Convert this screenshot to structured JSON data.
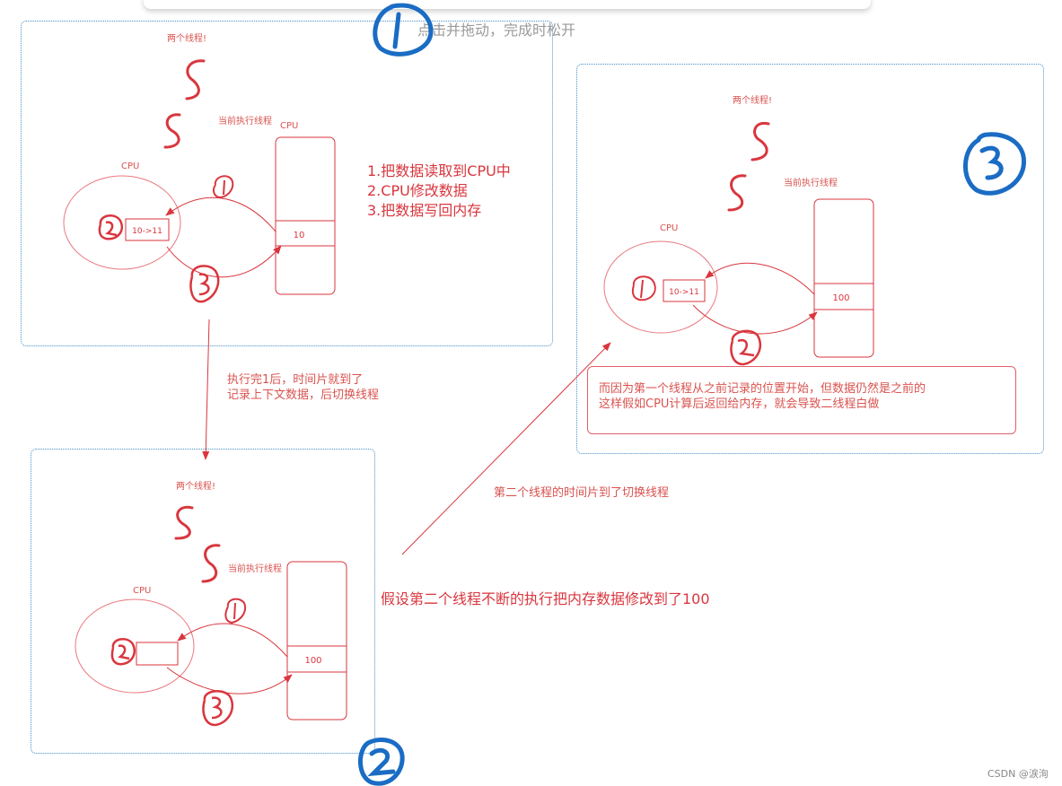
{
  "hint": "点击并拖动，完成时松开",
  "panels": [
    {
      "title": "两个线程!",
      "current_thread": "当前执行线程",
      "cpu_circle_label": "CPU",
      "cpu_memory_label": "CPU",
      "register_value": "10->11",
      "memory_value": "10",
      "steps": [
        "1.把数据读取到CPU中",
        "2.CPU修改数据",
        "3.把数据写回内存"
      ]
    },
    {
      "title": "两个线程!",
      "current_thread": "当前执行线程",
      "cpu_circle_label": "CPU",
      "register_value": "",
      "memory_value": "100"
    },
    {
      "title": "两个线程!",
      "current_thread": "当前执行线程",
      "cpu_circle_label": "CPU",
      "register_value": "10->11",
      "memory_value": "100",
      "note_lines": [
        "而因为第一个线程从之前记录的位置开始，但数据仍然是之前的",
        "这样假如CPU计算后返回给内存，就会导致二线程白做"
      ]
    }
  ],
  "annotations": {
    "switch_1_line1": "执行完1后，时间片就到了",
    "switch_1_line2": "记录上下文数据，后切换线程",
    "switch_2": "第二个线程的时间片到了切换线程",
    "assume": "假设第二个线程不断的执行把内存数据修改到了100"
  },
  "footer": "CSDN @涙洵",
  "colors": {
    "red": "#d9363e",
    "blue": "#1a6cc4",
    "dotted_border": "#4a90c8"
  }
}
